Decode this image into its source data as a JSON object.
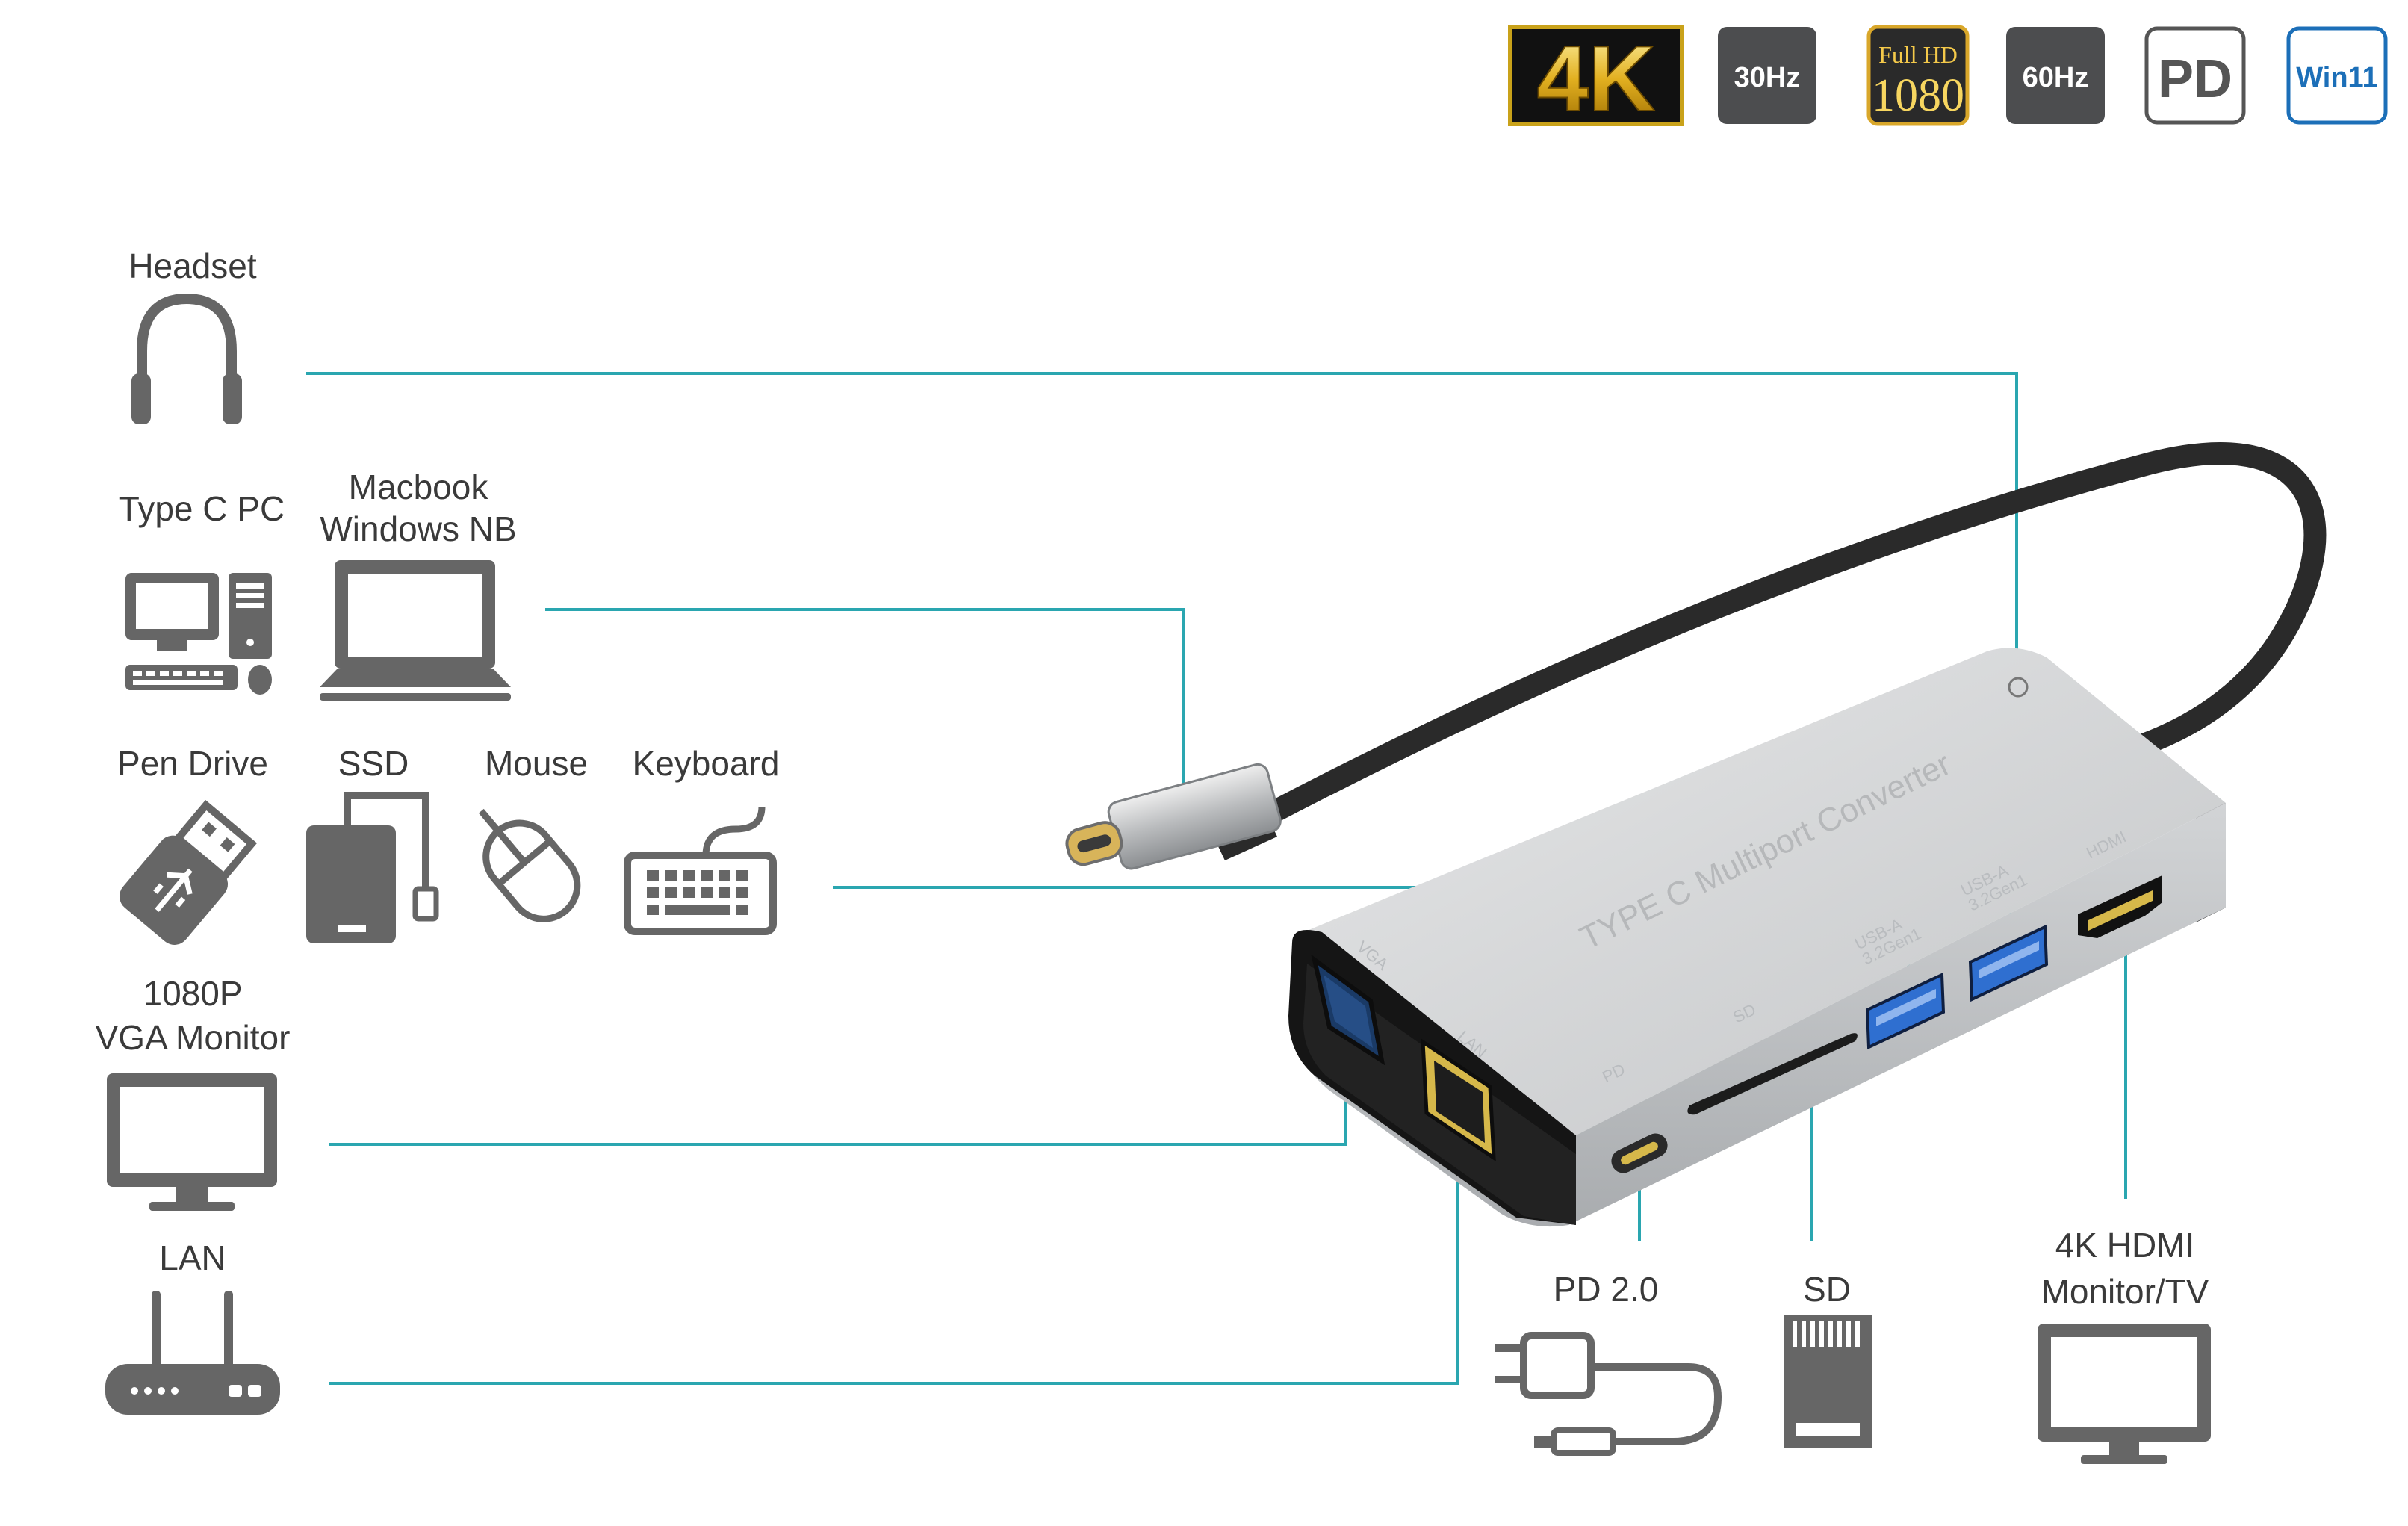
{
  "badges": {
    "k4": "4K",
    "hz30": "30Hz",
    "fullhd_top": "Full HD",
    "fullhd_num": "1080",
    "hz60": "60Hz",
    "pd": "PD",
    "win11": "Win11"
  },
  "devices": {
    "headset": "Headset",
    "type_c_pc": "Type C PC",
    "macbook_line1": "Macbook",
    "macbook_line2": "Windows NB",
    "pen_drive": "Pen Drive",
    "ssd": "SSD",
    "mouse": "Mouse",
    "keyboard": "Keyboard",
    "vga_line1": "1080P",
    "vga_line2": "VGA Monitor",
    "lan": "LAN",
    "pd20": "PD 2.0",
    "sd": "SD",
    "hdmi_line1": "4K HDMI",
    "hdmi_line2": "Monitor/TV"
  },
  "hub": {
    "title": "TYPE C  Multiport Converter",
    "port_vga": "VGA",
    "port_lan": "LAN",
    "port_pd": "PD",
    "port_sd": "SD",
    "port_usb_a_line1": "USB-A",
    "port_usb_a_line2": "3.2Gen1",
    "port_hdmi": "HDMI"
  },
  "colors": {
    "connector_line": "#2aa6b0",
    "icon_gray": "#666666",
    "hub_silver": "#c9cbcd",
    "usb_blue": "#2f6fd0"
  }
}
